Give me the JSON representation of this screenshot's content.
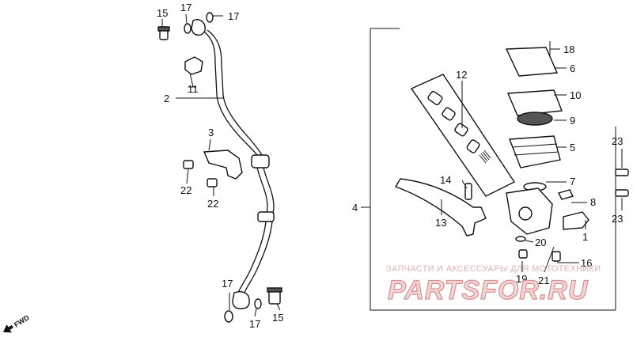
{
  "labels": {
    "p15a": "15",
    "p17a": "17",
    "p17b": "17",
    "p2": "2",
    "p11": "11",
    "p3": "3",
    "p22a": "22",
    "p22b": "22",
    "p17c": "17",
    "p17d": "17",
    "p15b": "15",
    "p4": "4",
    "p12": "12",
    "p18": "18",
    "p6": "6",
    "p10": "10",
    "p9": "9",
    "p5": "5",
    "p7": "7",
    "p14": "14",
    "p8": "8",
    "p13": "13",
    "p1": "1",
    "p20": "20",
    "p16": "16",
    "p19": "19",
    "p21": "21",
    "p23a": "23",
    "p23b": "23"
  },
  "fwd_label": "FWD",
  "watermark": {
    "tagline": "ЗАПЧАСТИ И АКСЕССУАРЫ ДЛЯ МОТОТЕХНИКИ",
    "brand": "PARTSFOR.RU"
  }
}
